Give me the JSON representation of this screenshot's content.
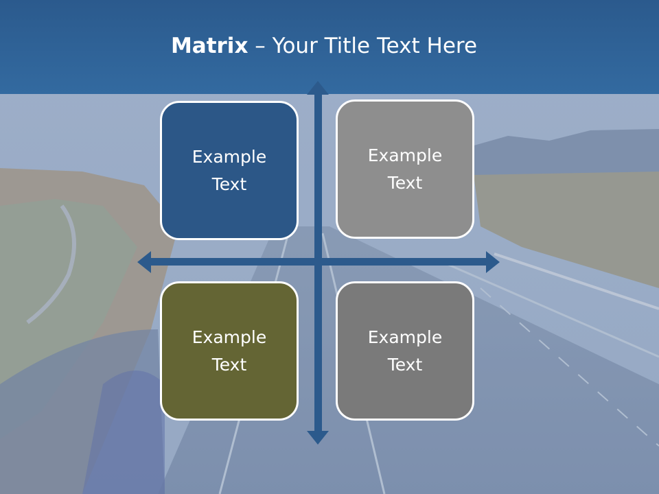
{
  "title": {
    "bold": "Matrix",
    "rest": " – Your Title Text Here"
  },
  "quadrants": [
    {
      "text": "Example Text",
      "color": "#2c5787"
    },
    {
      "text": "Example Text",
      "color": "#8e8e8e"
    },
    {
      "text": "Example Text",
      "color": "#646534"
    },
    {
      "text": "Example Text",
      "color": "#7a7a7a"
    }
  ],
  "colors": {
    "header": "#2f6297",
    "arrow": "#2c5a8c",
    "box_border": "#ffffff"
  },
  "icons": [
    "four-way-arrow-icon"
  ]
}
